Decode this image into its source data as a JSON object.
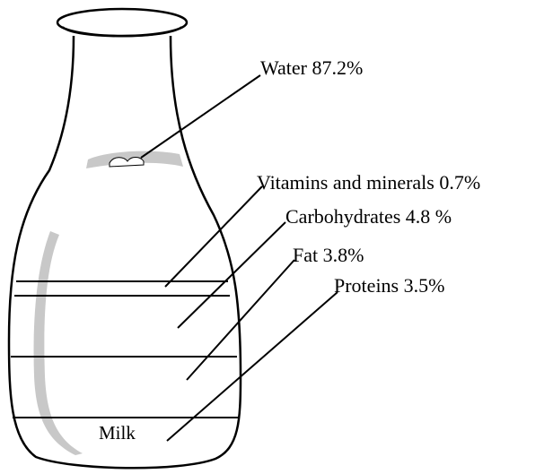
{
  "diagram": {
    "labels": {
      "water": "Water 87.2%",
      "vitamins": "Vitamins and minerals 0.7%",
      "carbohydrates": "Carbohydrates 4.8 %",
      "fat": "Fat 3.8%",
      "proteins": "Proteins 3.5%",
      "milk": "Milk"
    },
    "colors": {
      "outline": "#000000",
      "shading": "#c8c8c8",
      "background": "#ffffff"
    }
  }
}
